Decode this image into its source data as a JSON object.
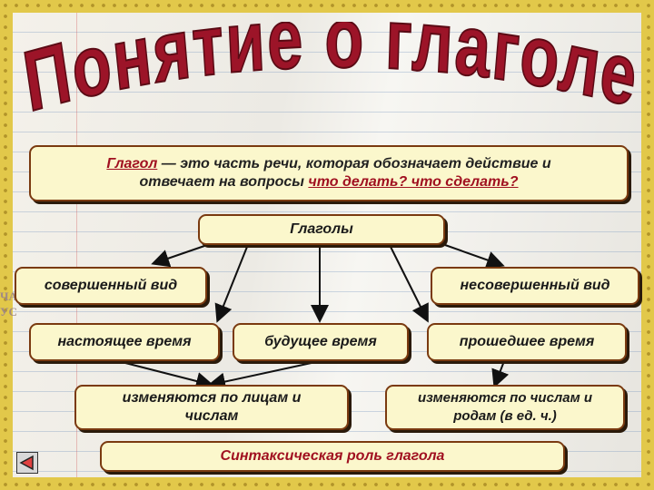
{
  "title": "Понятие о глаголе",
  "definition": {
    "term": "Глагол",
    "text_1": " — это часть речи, которая обозначает действие и",
    "text_2": "отвечает на вопросы ",
    "questions": "что делать? что сделать?"
  },
  "root": "Глаголы",
  "aspects": {
    "left": "совершенный вид",
    "right": "несовершенный вид"
  },
  "tenses": {
    "present": "настоящее время",
    "future": "будущее время",
    "past": "прошедшее время"
  },
  "changes": {
    "left_1": "изменяются по лицам и",
    "left_2": "числам",
    "right_1": "изменяются по числам и",
    "right_2": "родам (в ед. ч.)"
  },
  "syntax": "Синтаксическая роль глагола",
  "background_text": [
    "ЧА",
    "УС"
  ],
  "colors": {
    "title_red": "#9c1428",
    "box_fill": "#fbf7cc",
    "box_border": "#7a3a10",
    "frame_gold": "#e2c84a"
  }
}
